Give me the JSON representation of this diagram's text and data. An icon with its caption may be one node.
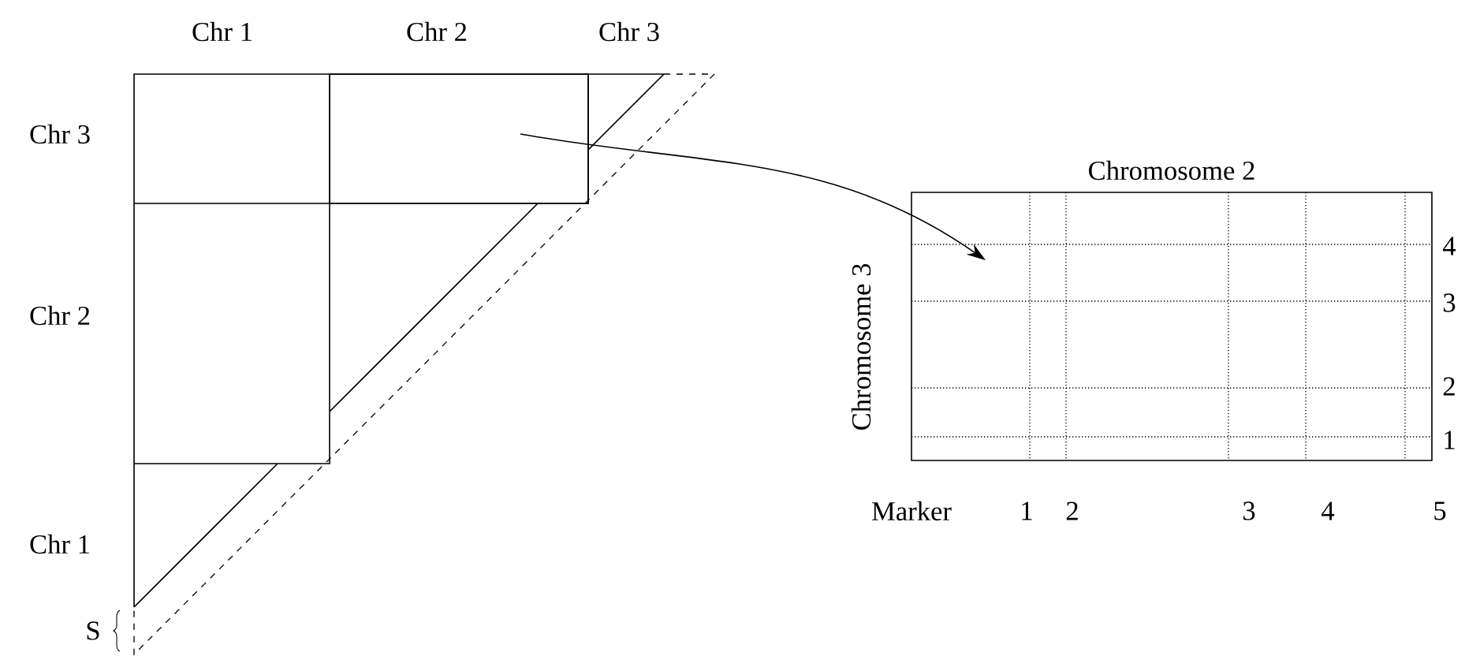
{
  "diagram": {
    "nodes": [
      {
        "text": [],
        "shape": "box"
      },
      {
        "text": [
          "Chromosome 2",
          "Chromosome 3"
        ]
      }
    ],
    "edges": [
      {
        "from": 0,
        "to": 1,
        "arrow": "to"
      }
    ],
    "labels": [
      "Chr 1",
      "Chr 2",
      "Chr 3",
      "Chr 3",
      "Chr 2",
      "Chr 1",
      "S",
      "4",
      "3",
      "2",
      "1",
      "Marker",
      "1",
      "2",
      "3",
      "4",
      "5"
    ]
  }
}
